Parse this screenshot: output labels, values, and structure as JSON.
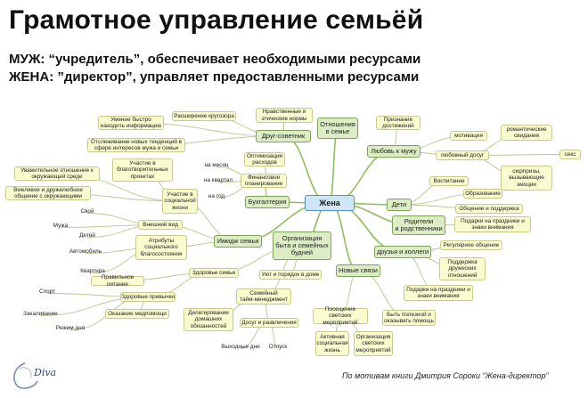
{
  "title": "Грамотное управление семьёй",
  "subtitle1": "МУЖ: “учредитель”, обеспечивает необходимыми ресурсами",
  "subtitle2": "ЖЕНА: ”директор”, управляет предоставленными ресурсами",
  "credit": "По мотивам книги Дмитрия Сороки  “Жена-директор”",
  "logo_text": "Diva",
  "nodes": {
    "center": "Жена",
    "drug": "Друг-советник",
    "otnosh": "Отношения\nв семье",
    "lyubov": "Любовь к мужу",
    "buh": "Бухгалтерия",
    "deti": "Дети",
    "rodit": "Родители\nи родственники",
    "imidzh": "Имидж семьи",
    "org": "Организация\nбыта и семейных\nбудней",
    "druzya": "друзья и коллеги",
    "novye": "Новые связи",
    "umenie": "Умение быстро\nнаходить информацию",
    "rasshir": "Расширение кругозора",
    "nravst": "Нравственные и\nэтические нормы",
    "otslezh": "Отслеживание новых тенденций в\nсфере интересов мужа и семьи",
    "priznanie": "Признание\nдостижений",
    "motiv": "мотивация",
    "romant": "романтические\nсвидания",
    "lyub_dosug": "любовный досуг",
    "seks": "секс",
    "syurprizy": "сюрпризы,\nвызывающие\nэмоции",
    "optim": "Оптимизация\nрасходов",
    "finplan": "Финансовое\nпланирование",
    "na_mes": "на месяц",
    "na_kv": "на квартал",
    "na_god": "на год",
    "uchastie_blag": "Участие в\nблаготворительных\nпроектах",
    "uvazh": "Уважительное отношение к\nокружающей среде",
    "vezhl": "Вежливое и дружелюбное\nобщение с окружающими",
    "uch_soc": "Участие в\nсоциальной\nжизни",
    "svoy": "Свой",
    "muzha": "Мужа",
    "detey": "Детей",
    "vnesh": "Внешний вид",
    "avto": "Автомобиль",
    "atrib": "Атрибуты\nсоциального\nблагосостояния",
    "kvart": "Квартира",
    "vospit": "Воспитание",
    "obraz": "Образование",
    "obshch_podd": "Общение и поддержка",
    "podarki_rod": "Подарки на праздники и\nзнаки внимания",
    "regul": "Регулярное общение",
    "podd_druzh": "Поддержка\nдружеских\nотношений",
    "podarki_dr": "Подарки на праздники и\nзнаки внимания",
    "zdor_semi": "Здоровье семьи",
    "prav_pit": "Правильное питание",
    "zdor_priv": "Здоровые привычки",
    "sport": "Спорт",
    "zakal": "Закаливание",
    "rezhim": "Режим дня",
    "okaz_med": "Оказание медпомощи",
    "uyut": "Уют и порядок в доме",
    "semeyn_tm": "Семейный\nтайм-менеджмент",
    "deleg": "Делегирование\nдомашних\nобязанностей",
    "dosug": "Досуг и развлечения",
    "vyhodn": "Выходные дни",
    "otpusk": "Отпуск",
    "poseshch": "Посещение светских\nмероприятий",
    "aktiv": "Активная\nсоциальная\nжизнь",
    "organiz": "Организация\nсветских\nмероприятий",
    "byt_polezn": "Быть полезной и\nоказывать помощь"
  }
}
